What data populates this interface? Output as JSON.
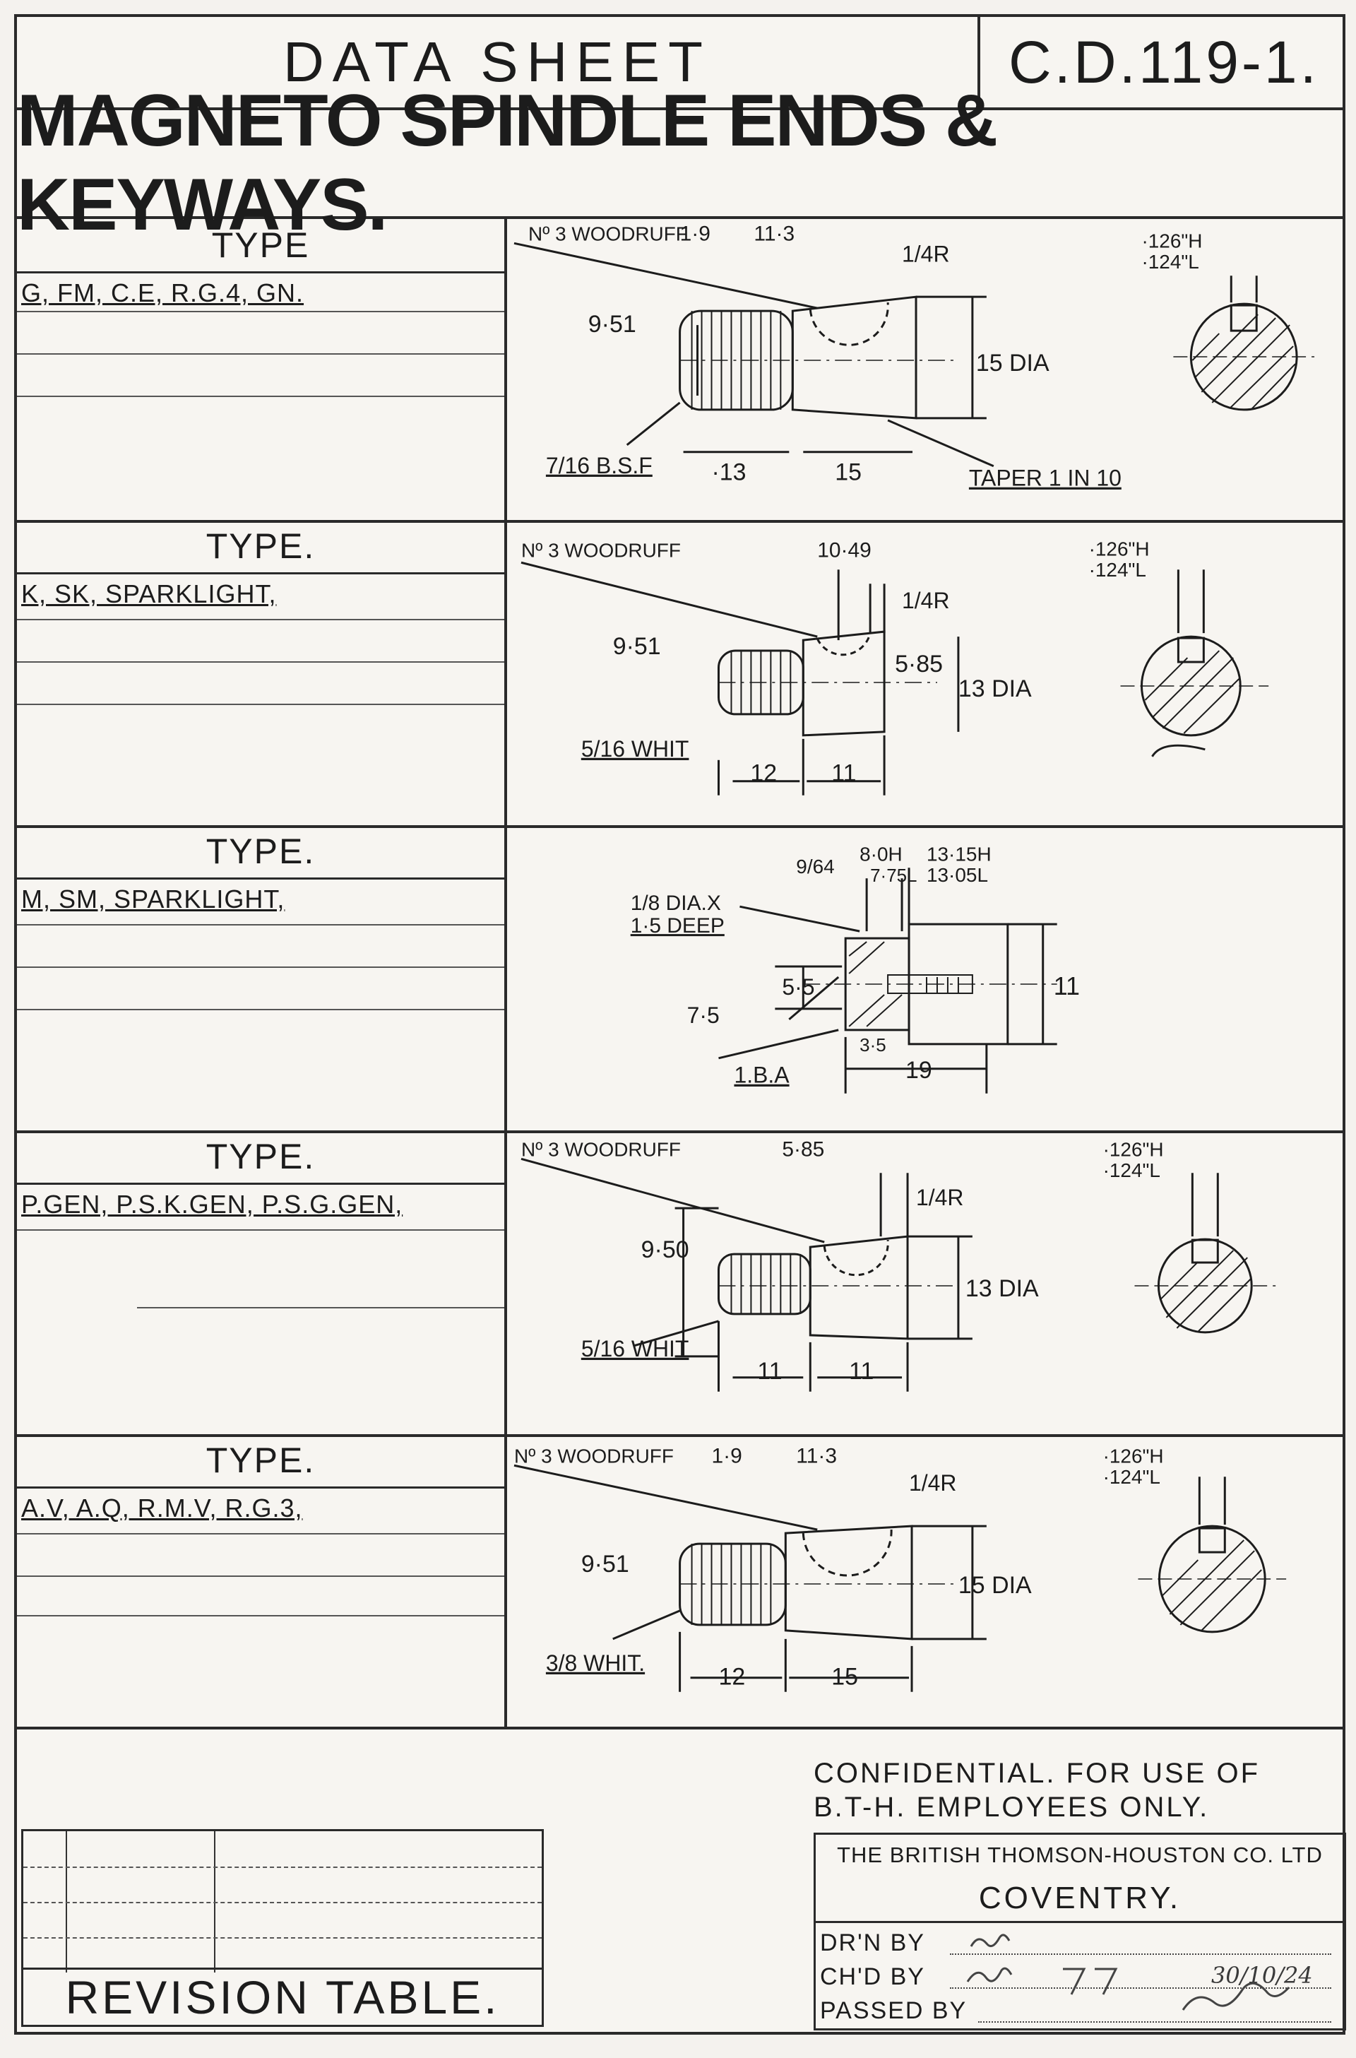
{
  "header": {
    "sheet_label": "DATA SHEET",
    "sheet_code": "C.D.119-1.",
    "title": "MAGNETO SPINDLE ENDS & KEYWAYS."
  },
  "sections": [
    {
      "type_label": "TYPE",
      "models": "G, FM, C.E, R.G.4, GN.",
      "woodruff": "Nº 3 WOODRUFF",
      "radius": "1/4R",
      "thread": "7/16 B.S.F",
      "dia": "15 DIA",
      "height": "9·51",
      "dims": [
        "1·9",
        "11·3",
        "·13",
        "15"
      ],
      "taper": "TAPER 1 IN 10",
      "key_h": "·126\"H",
      "key_l": "·124\"L"
    },
    {
      "type_label": "TYPE.",
      "models": "K, SK, SPARKLIGHT,",
      "woodruff": "Nº 3 WOODRUFF",
      "radius": "1/4R",
      "thread": "5/16 WHIT",
      "dia": "13 DIA",
      "height": "9·51",
      "dims": [
        "10·49",
        "5·85",
        "12",
        "11"
      ],
      "key_h": "·126\"H",
      "key_l": "·124\"L"
    },
    {
      "type_label": "TYPE.",
      "models": "M, SM, SPARKLIGHT,",
      "hole": "1/8 DIA.X",
      "hole_depth": "1·5 DEEP",
      "thread": "1.B.A",
      "dims_top": [
        "9/64",
        "8·0H",
        "7·75L",
        "13·15H",
        "13·05L"
      ],
      "dims_side": [
        "5·5",
        "7·5",
        "11"
      ],
      "dims_bottom": [
        "3·5",
        "19"
      ]
    },
    {
      "type_label": "TYPE.",
      "models": "P.GEN, P.S.K.GEN, P.S.G.GEN,",
      "woodruff": "Nº 3 WOODRUFF",
      "radius": "1/4R",
      "thread": "5/16 WHIT",
      "dia": "13 DIA",
      "height": "9·50",
      "dims": [
        "5·85",
        "11",
        "11"
      ],
      "key_h": "·126\"H",
      "key_l": "·124\"L"
    },
    {
      "type_label": "TYPE.",
      "models": "A.V, A.Q, R.M.V, R.G.3,",
      "woodruff": "Nº 3 WOODRUFF",
      "radius": "1/4R",
      "thread": "3/8 WHIT.",
      "dia": "15 DIA",
      "height": "9·51",
      "dims": [
        "1·9",
        "11·3",
        "12",
        "15"
      ],
      "key_h": "·126\"H",
      "key_l": "·124\"L"
    }
  ],
  "footer": {
    "revision_label": "REVISION TABLE.",
    "confidential_1": "CONFIDENTIAL. FOR USE OF",
    "confidential_2": "B.T-H. EMPLOYEES ONLY.",
    "company": "THE BRITISH THOMSON-HOUSTON CO. LTD",
    "city": "COVENTRY.",
    "drawn_by": "DR'N BY",
    "checked_by": "CH'D BY",
    "passed_by": "PASSED BY",
    "date": "30/10/24"
  }
}
